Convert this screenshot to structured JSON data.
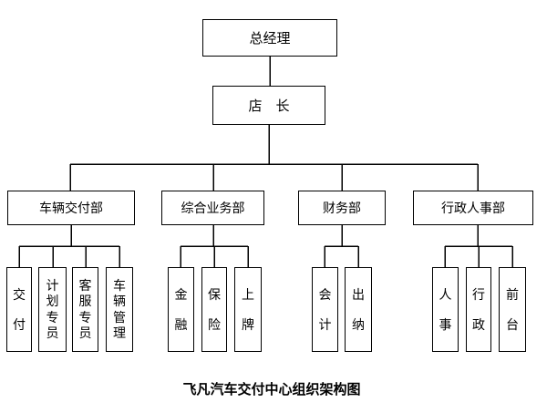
{
  "chart": {
    "caption": "飞凡汽车交付中心组织架构图",
    "root": "总经理",
    "level2": "店　长",
    "departments": [
      {
        "label": "车辆交付部",
        "children": [
          "交付",
          "计划专员",
          "客服专员",
          "车辆管理"
        ]
      },
      {
        "label": "综合业务部",
        "children": [
          "金融",
          "保险",
          "上牌"
        ]
      },
      {
        "label": "财务部",
        "children": [
          "会计",
          "出纳"
        ]
      },
      {
        "label": "行政人事部",
        "children": [
          "人事",
          "行政",
          "前台"
        ]
      }
    ],
    "line_color": "#000000",
    "background_color": "#ffffff"
  }
}
